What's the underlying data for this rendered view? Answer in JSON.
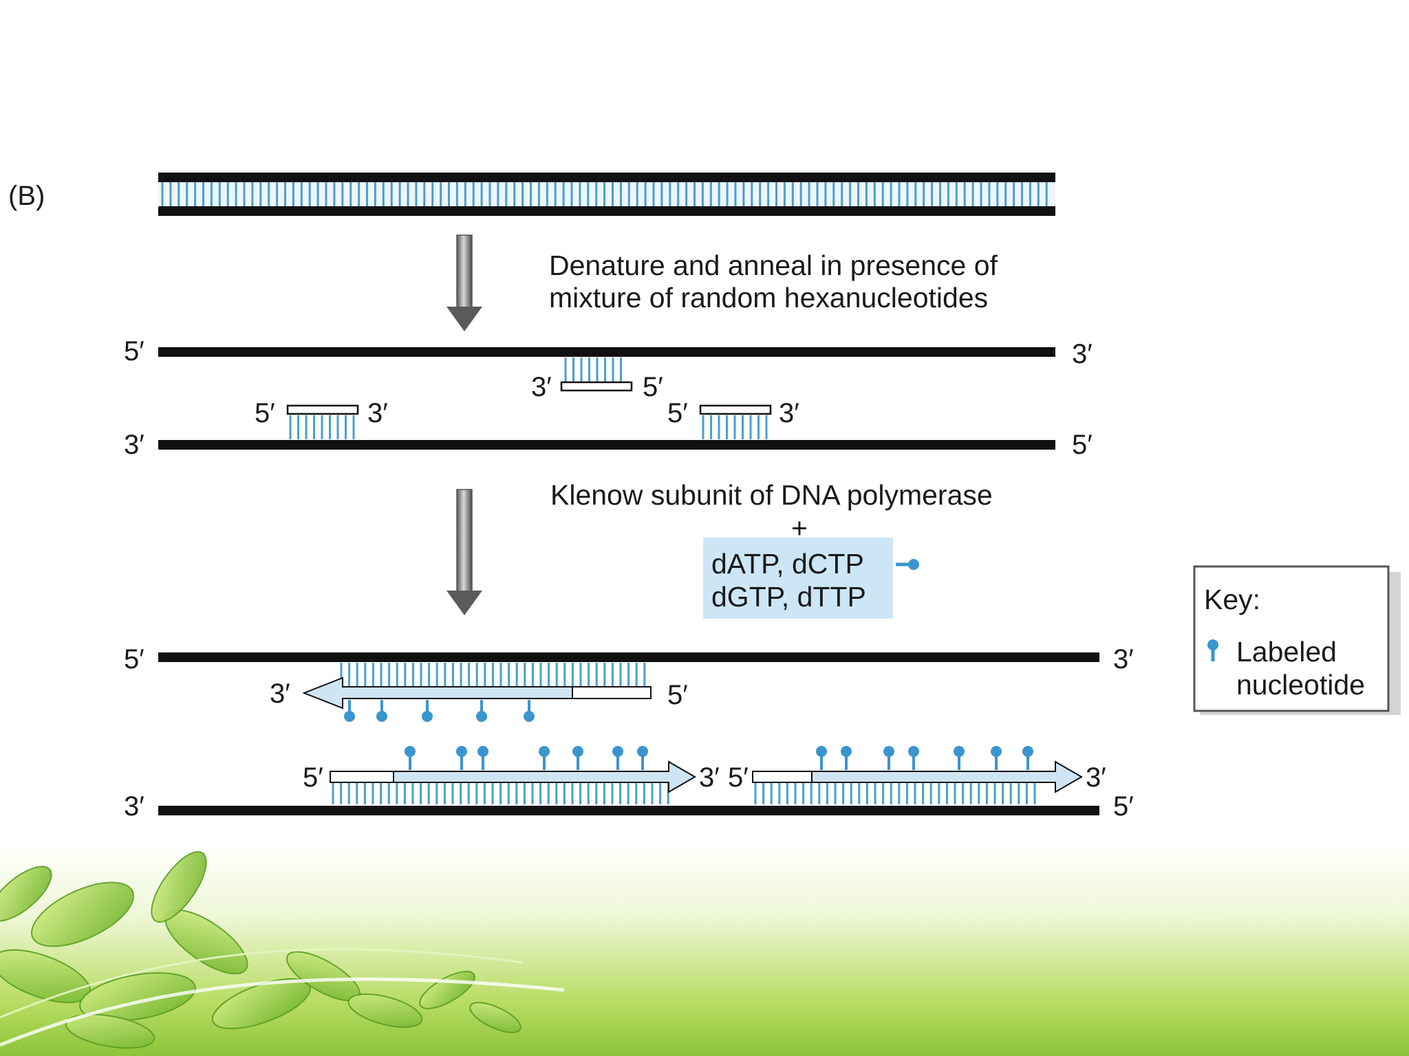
{
  "panel_label": "(B)",
  "step1": {
    "caption_line1": "Denature and anneal in presence of",
    "caption_line2": "mixture of random hexanucleotides"
  },
  "strands": {
    "five_prime": "5′",
    "three_prime": "3′"
  },
  "step2": {
    "caption": "Klenow subunit of DNA polymerase",
    "plus": "+",
    "nucleotides_line1": "dATP, dCTP",
    "nucleotides_line2": "dGTP, dTTP"
  },
  "key": {
    "title": "Key:",
    "item_line1": "Labeled",
    "item_line2": "nucleotide"
  },
  "colors": {
    "strand": "#111111",
    "base_pair": "#4a9fd0",
    "new_strand_fill": "#cfe5f3",
    "highlight_box": "#cde6f6",
    "label_marker": "#3a95cf",
    "arrow_gray": "#7a7a7a"
  }
}
